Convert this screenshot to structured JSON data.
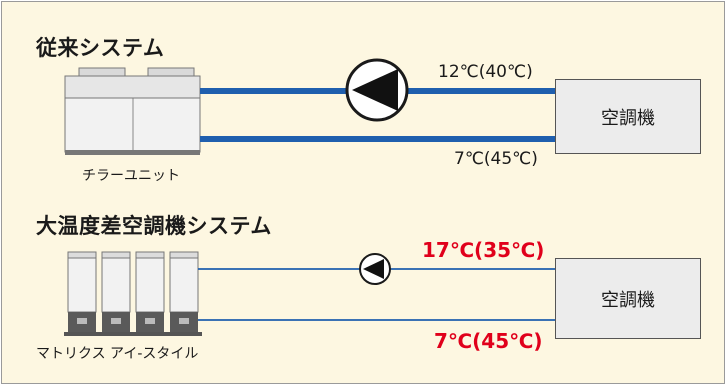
{
  "top": {
    "title": "従来システム",
    "unit_label": "チラーユニット",
    "supply_temp": "12℃(40℃)",
    "return_temp": "7℃(45℃)",
    "ac_label": "空調機"
  },
  "bottom": {
    "title": "大温度差空調機システム",
    "unit_label": "マトリクス アイ-スタイル",
    "supply_temp": "17℃(35℃)",
    "return_temp": "7℃(45℃)",
    "ac_label": "空調機"
  },
  "colors": {
    "background": "#fdf7e1",
    "pipe": "#1f5fae",
    "highlight": "#e0001b"
  }
}
